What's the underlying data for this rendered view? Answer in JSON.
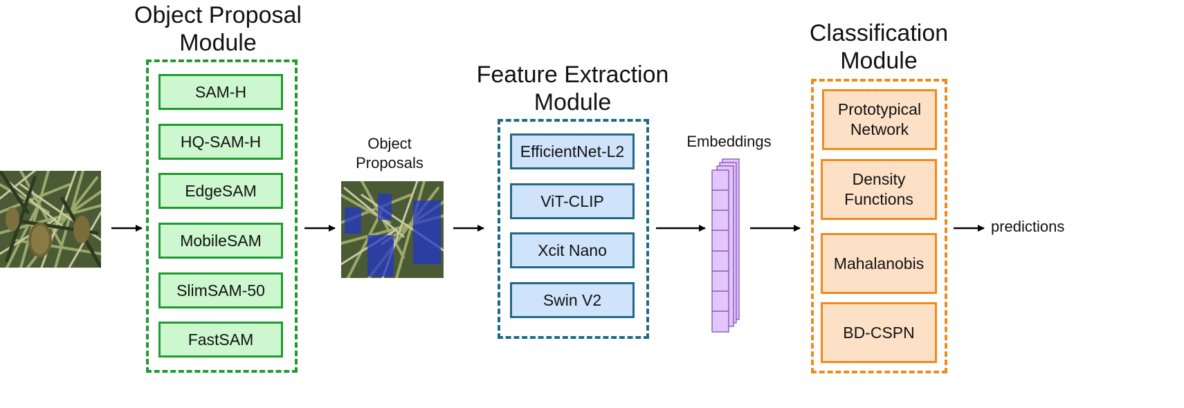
{
  "modules": {
    "object_proposal": {
      "title": [
        "Object Proposal",
        "Module"
      ],
      "color": "#1e9a2e",
      "items": [
        "SAM-H",
        "HQ-SAM-H",
        "EdgeSAM",
        "MobileSAM",
        "SlimSAM-50",
        "FastSAM"
      ]
    },
    "feature_extraction": {
      "title": [
        "Feature Extraction",
        "Module"
      ],
      "color": "#1e6a86",
      "items": [
        "EfficientNet-L2",
        "ViT-CLIP",
        "Xcit Nano",
        "Swin V2"
      ]
    },
    "classification": {
      "title": [
        "Classification",
        "Module"
      ],
      "color": "#f08a1c",
      "items": [
        [
          "Prototypical",
          "Network"
        ],
        [
          "Density",
          "Functions"
        ],
        [
          "Mahalanobis"
        ],
        [
          "BD-CSPN"
        ]
      ]
    }
  },
  "labels": {
    "object_proposals": [
      "Object",
      "Proposals"
    ],
    "embeddings": "Embeddings",
    "predictions": "predictions"
  },
  "colors": {
    "green_fill": "#ccf7cf",
    "blue_fill": "#cfe3fb",
    "orange_fill": "#fde1c7",
    "embedding_fill": "#e3c6fb",
    "embedding_stroke": "#7a44b0",
    "proposal_mask": "#2233cc"
  }
}
